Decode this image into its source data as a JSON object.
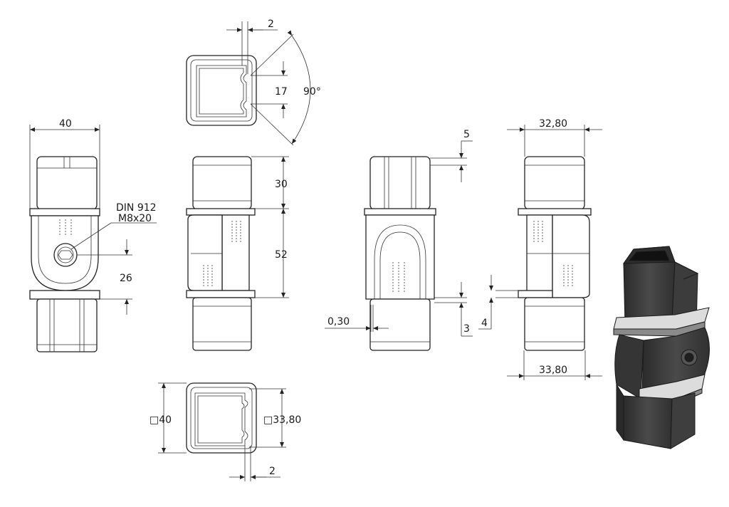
{
  "dimensions": {
    "top_gap": "2",
    "top_slot": "17",
    "top_angle": "90°",
    "front_width": "40",
    "screw_line1": "DIN 912",
    "screw_line2": "M8x20",
    "hole_height": "26",
    "side_top": "30",
    "side_mid": "52",
    "rear_gap_top": "5",
    "rear_gap_left": "0,30",
    "rear_gap_bottom": "3",
    "right_width_top": "32,80",
    "right_gap": "4",
    "right_width_bottom": "33,80",
    "bottom_outer": "□40",
    "bottom_inner": "□33,80",
    "bottom_gap": "2"
  },
  "colors": {
    "line": "#222222",
    "iso_dark": "#3a3a3a",
    "iso_light": "#dcdcdc"
  }
}
